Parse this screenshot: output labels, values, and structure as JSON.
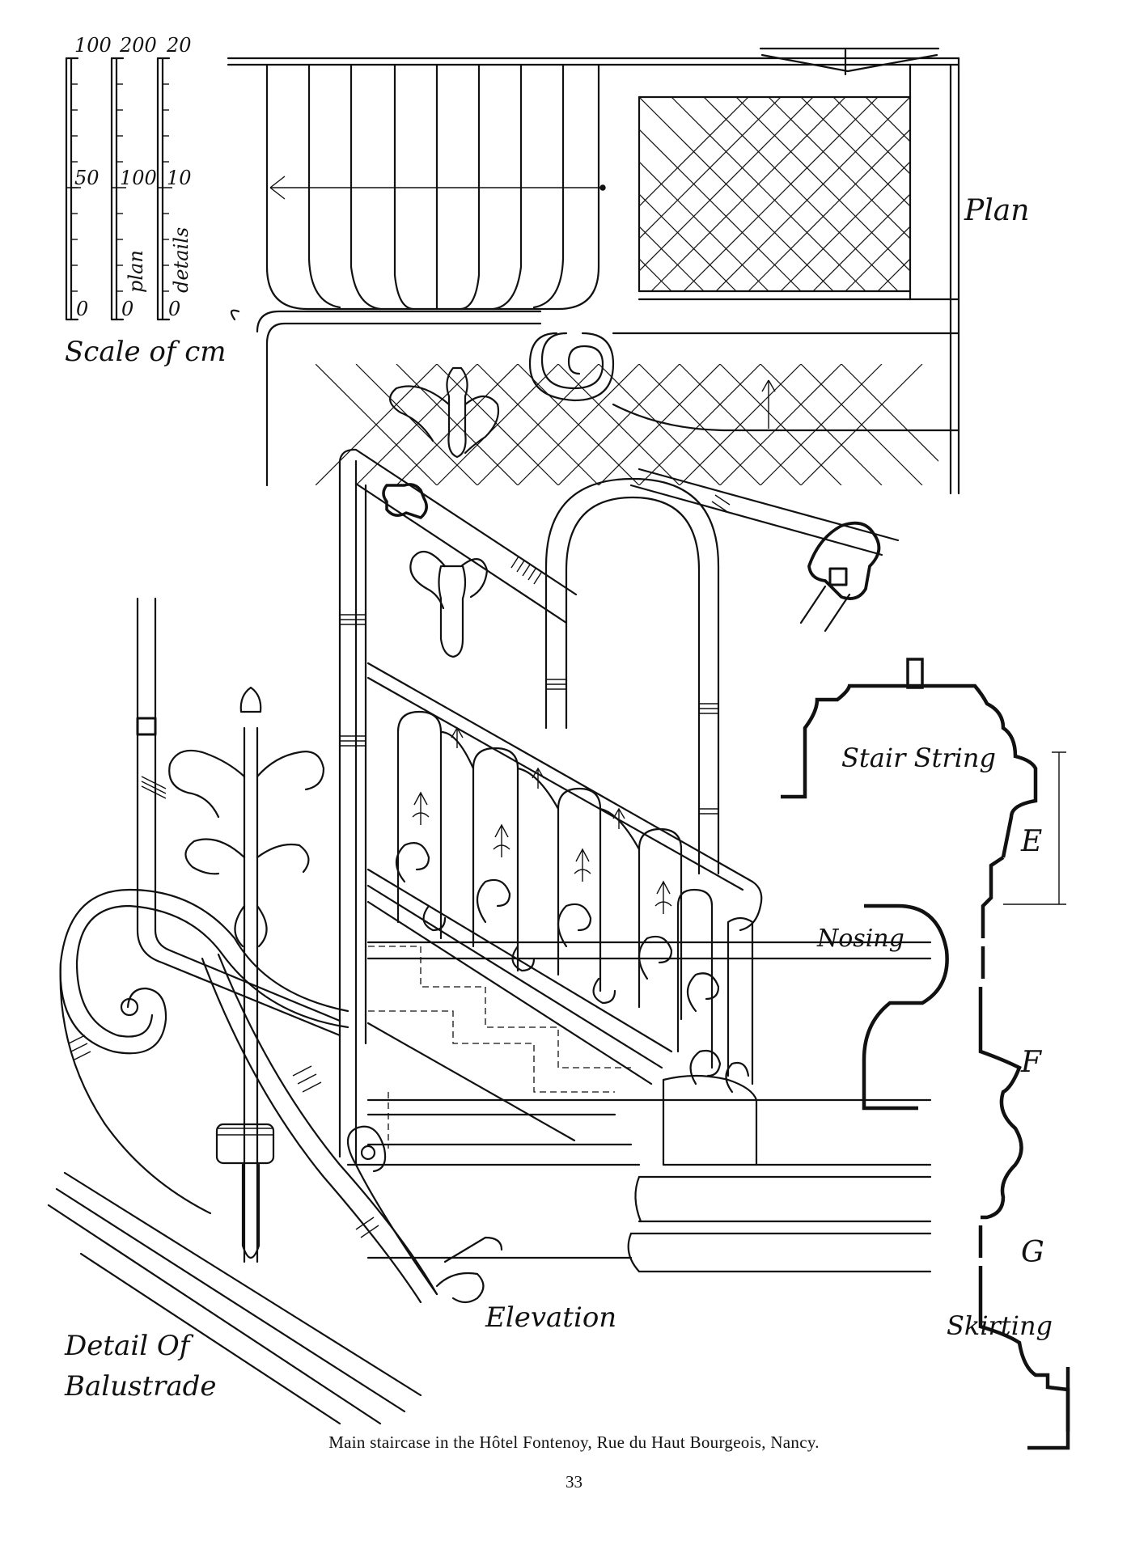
{
  "scale_bar": {
    "columns": [
      {
        "top": "100",
        "mid": "50",
        "bottom": "0",
        "name": ""
      },
      {
        "top": "200",
        "mid": "100",
        "bottom": "0",
        "name": "plan"
      },
      {
        "top": "20",
        "mid": "10",
        "bottom": "0",
        "name": "details"
      }
    ],
    "label": "Scale of cm"
  },
  "labels": {
    "plan": "Plan",
    "stair_string": "Stair String",
    "nosing": "Nosing",
    "elevation": "Elevation",
    "skirting": "Skirting",
    "detail_line1": "Detail Of",
    "detail_line2": "Balustrade",
    "section_e": "E",
    "section_f": "F",
    "section_g": "G"
  },
  "caption": "Main staircase in the Hôtel Fontenoy, Rue du Haut Bourgeois, Nancy.",
  "page_number": "33"
}
